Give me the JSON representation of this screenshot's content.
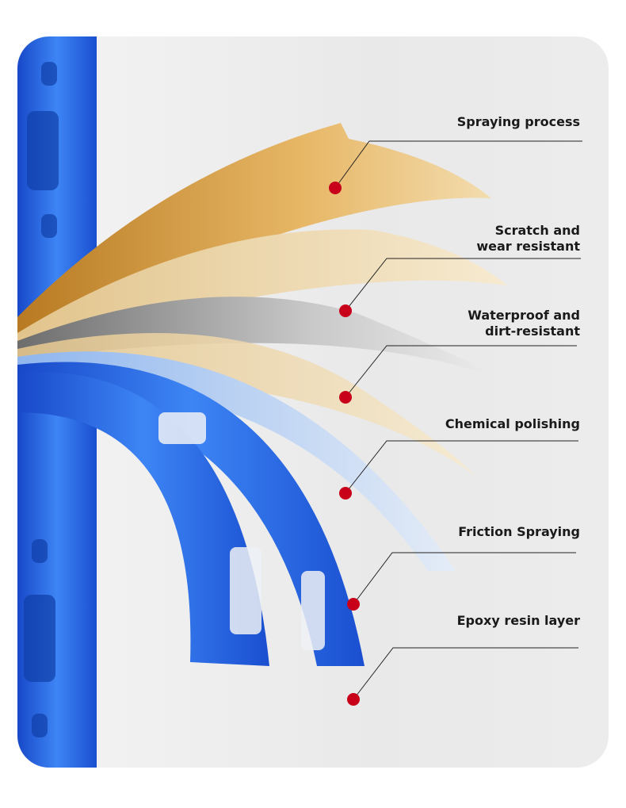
{
  "colors": {
    "rack_blue": "#1f5fe0",
    "dot_red": "#c8001a",
    "line": "#222222",
    "gold": "#d9a24a",
    "silver": "#b9b9b9",
    "beige": "#e8d2a6"
  },
  "layers": [
    {
      "label_lines": [
        "Spraying process"
      ]
    },
    {
      "label_lines": [
        "Scratch and",
        "wear resistant"
      ]
    },
    {
      "label_lines": [
        "Waterproof and",
        "dirt-resistant"
      ]
    },
    {
      "label_lines": [
        "Chemical polishing"
      ]
    },
    {
      "label_lines": [
        "Friction Spraying"
      ]
    },
    {
      "label_lines": [
        "Epoxy resin layer"
      ]
    }
  ]
}
